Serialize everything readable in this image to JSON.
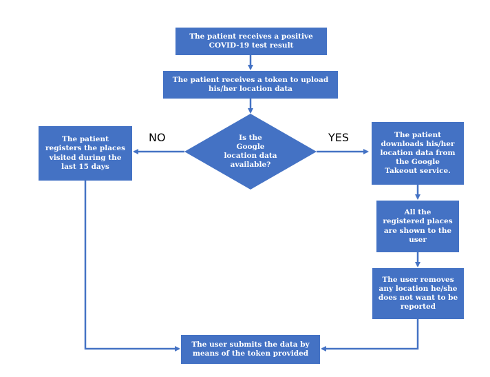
{
  "nodes": {
    "positive_test": "The patient receives a positive\nCOVID-19 test result",
    "token": "The patient receives a token to upload\nhis/her location data",
    "decision": "Is the\nGoogle\nlocation data\navailable?",
    "register_places": "The patient\nregisters the places\nvisited during the\nlast 15 days",
    "download_data": "The patient\ndownloads his/her\nlocation data from\nthe Google\nTakeout service.",
    "show_places": "All the\nregistered places\nare shown to the\nuser",
    "remove_location": "The user removes\nany location he/she\ndoes not want to be\nreported",
    "submit": "The user submits the data by\nmeans of the token provided"
  },
  "labels": {
    "no": "NO",
    "yes": "YES"
  },
  "colors": {
    "box_fill": "#4472c4",
    "connector": "#4472c4"
  }
}
